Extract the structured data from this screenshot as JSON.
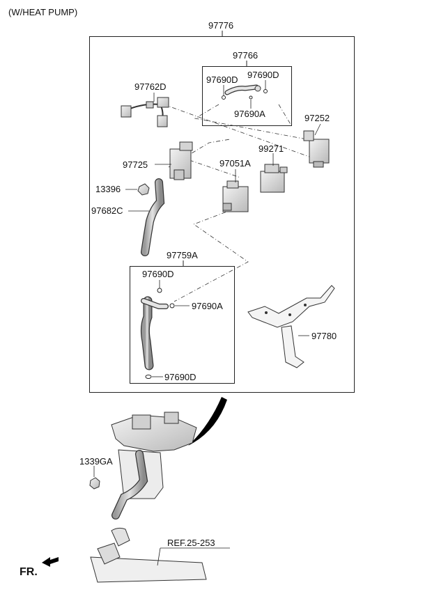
{
  "header": {
    "variant_note": "(W/HEAT PUMP)"
  },
  "parts": {
    "assembly": "97776",
    "subassembly_top": "97766",
    "oring_top_left": "97690D",
    "oring_top_right": "97690D",
    "oring_top_center": "97690A",
    "wiring_harness": "97762D",
    "sensor_right": "97252",
    "valve_right": "99271",
    "valve_center": "97051A",
    "valve_left": "97725",
    "nut": "13396",
    "hose": "97682C",
    "subassembly_bottom": "97759A",
    "oring_bottom_top": "97690D",
    "oring_bottom_right": "97690A",
    "oring_bottom_low": "97690D",
    "bracket": "97780",
    "nut_lower": "1339GA",
    "reference": "REF.25-253",
    "front_marker": "FR."
  },
  "colors": {
    "line": "#222222",
    "part_fill": "#e6e6e6",
    "part_shade": "#bdbdbd",
    "accent_black": "#000000"
  }
}
